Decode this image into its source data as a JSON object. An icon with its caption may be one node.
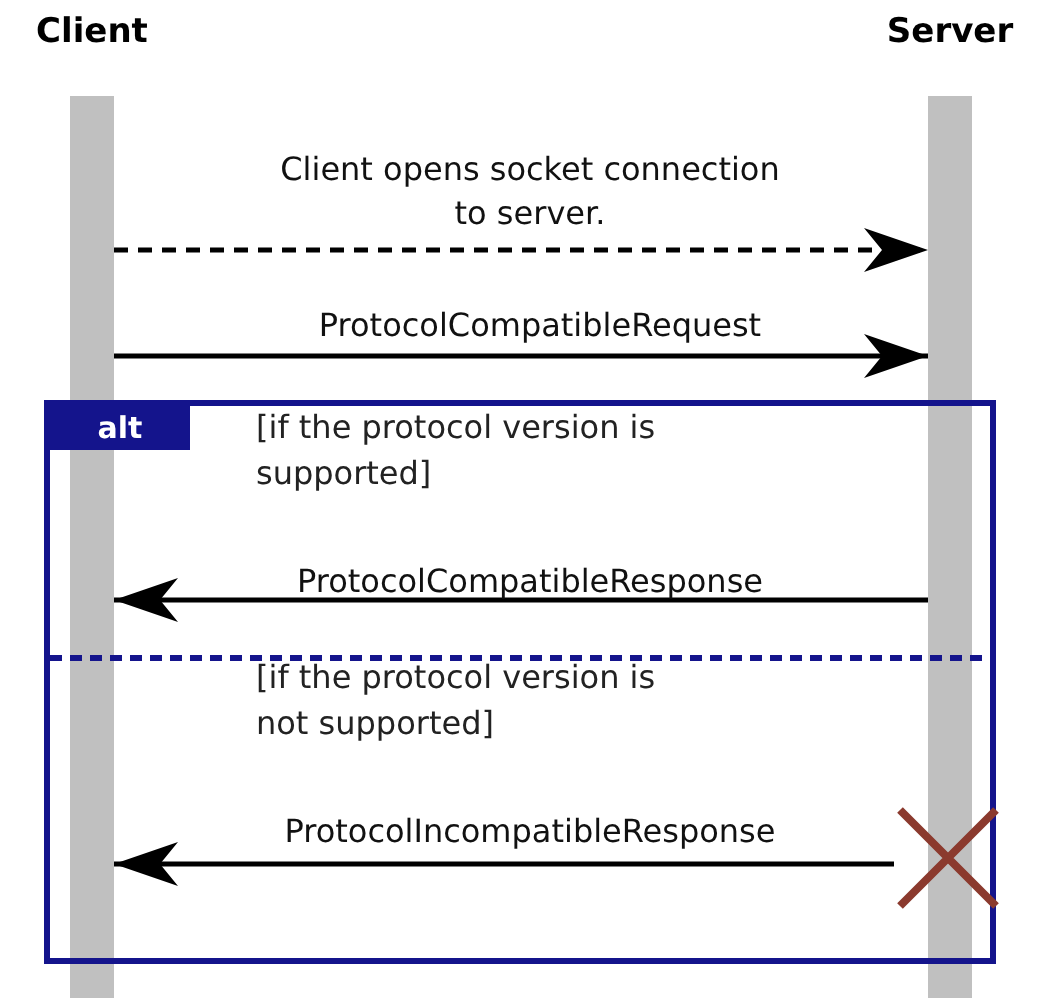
{
  "diagram": {
    "nodes": [
      {
        "text": [
          "Client"
        ]
      },
      {
        "text": [
          "Server"
        ]
      },
      {
        "text": [],
        "shape": "cross"
      }
    ],
    "edges": [
      {
        "from": 0,
        "to": 1,
        "arrow": "to",
        "style": "dashed",
        "label": "Client opens socket connection to server."
      },
      {
        "from": 0,
        "to": 1,
        "arrow": "to",
        "label": "ProtocolCompatibleRequest"
      },
      {
        "from": 1,
        "to": 0,
        "arrow": "to",
        "label": "ProtocolCompatibleResponse"
      },
      {
        "from": 2,
        "to": 0,
        "arrow": "to",
        "label": "ProtocolIncompatibleResponse"
      }
    ],
    "labels": [
      "alt",
      "[if the protocol version is supported]",
      "[if the protocol version is not supported]"
    ]
  }
}
